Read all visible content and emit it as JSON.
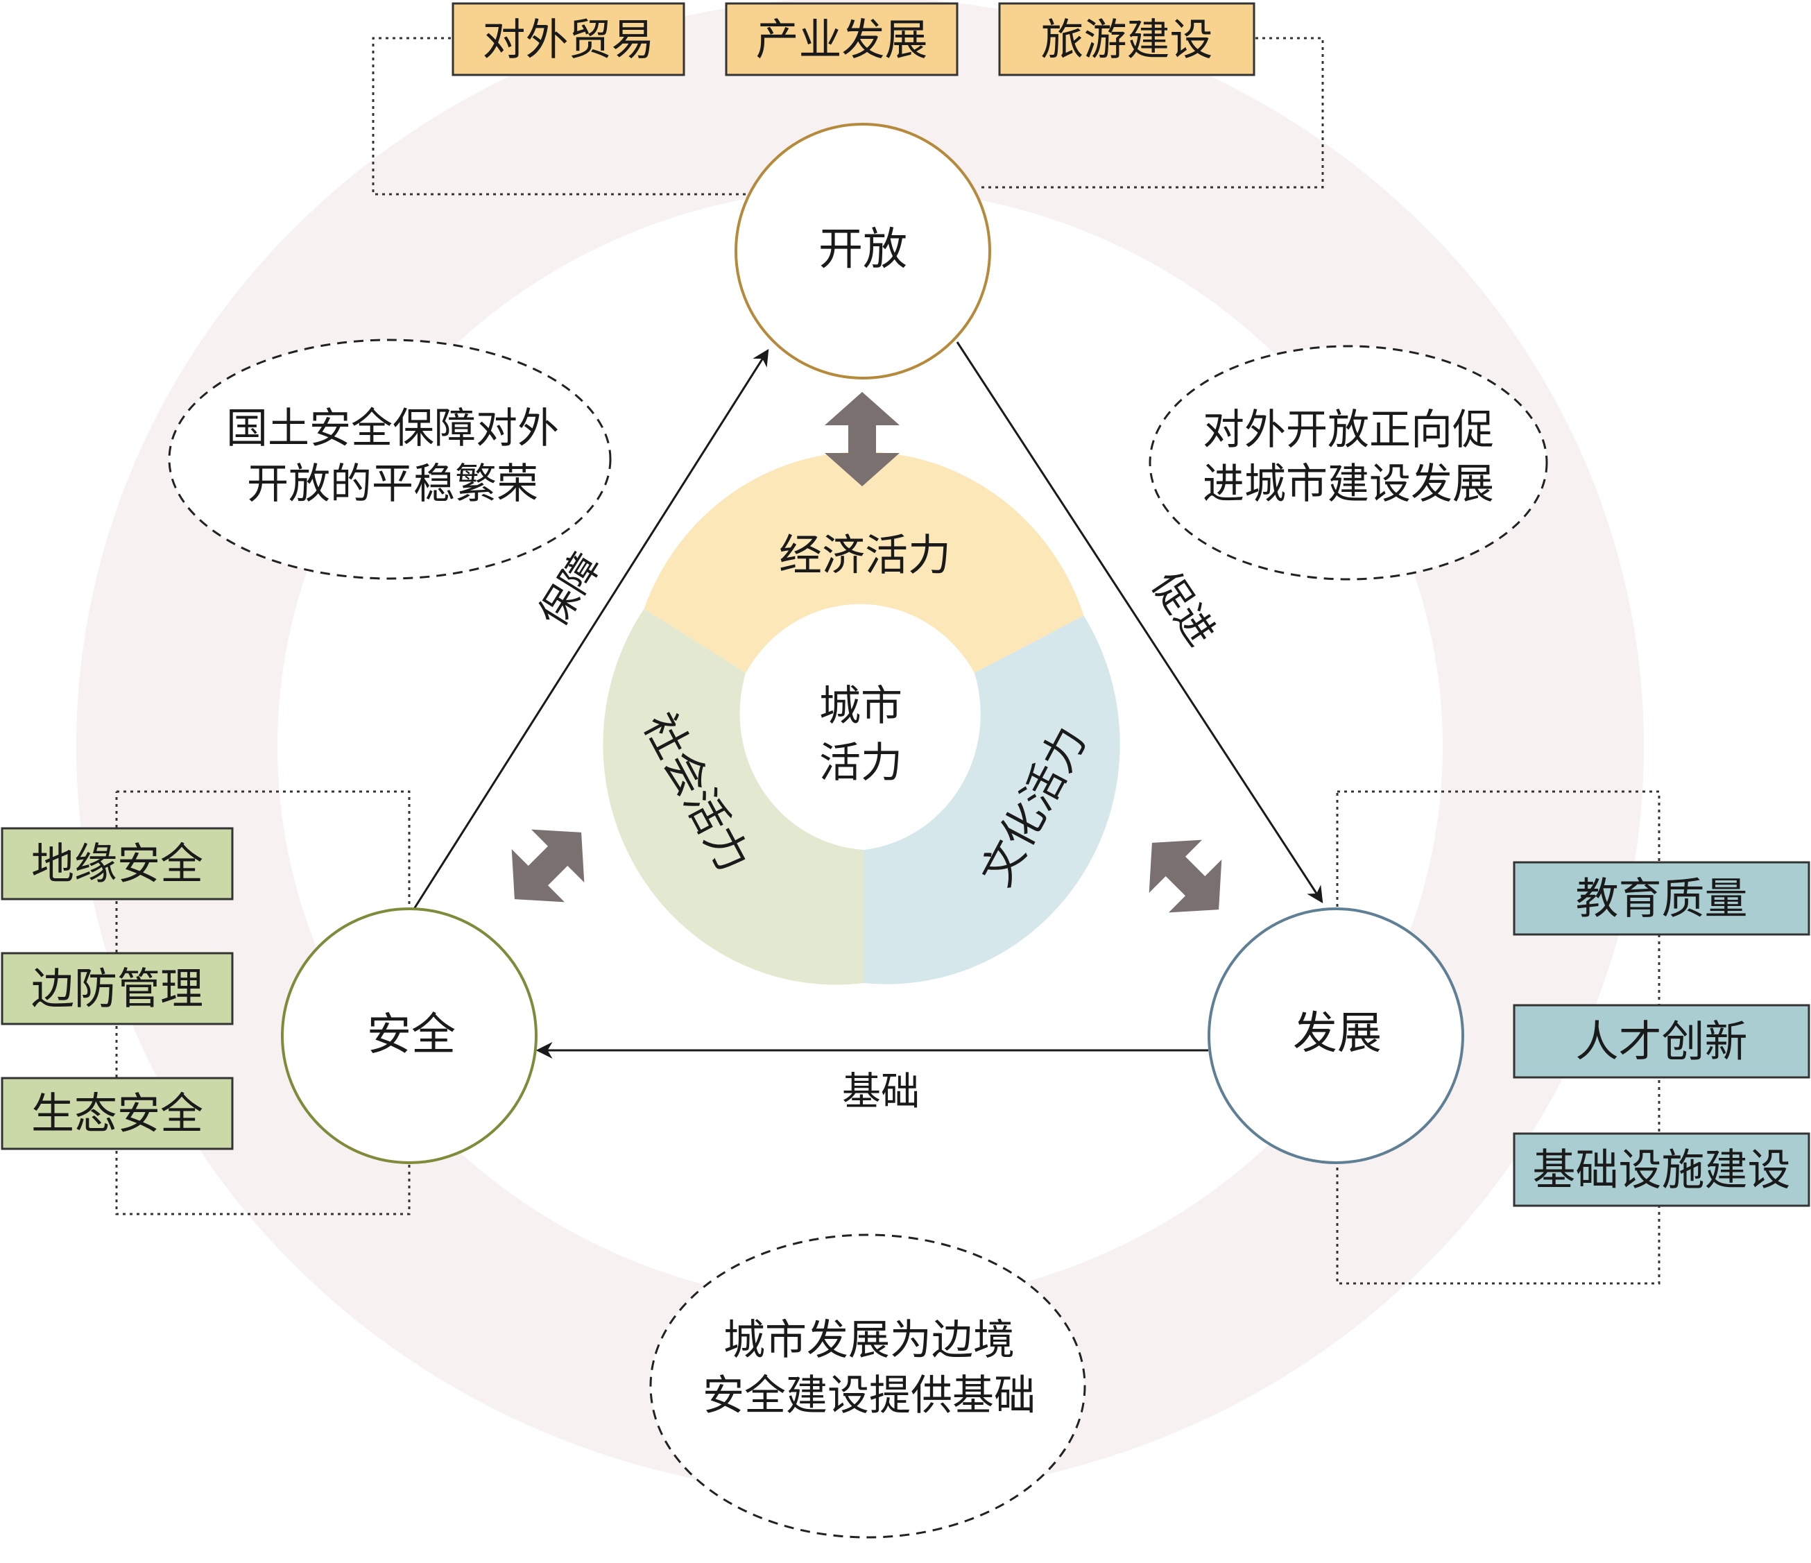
{
  "nodes": {
    "open": "开放",
    "security": "安全",
    "development": "发展"
  },
  "relations": {
    "guarantee": "保障",
    "promote": "促进",
    "foundation": "基础"
  },
  "notes": {
    "security_to_open": [
      "国土安全保障对外",
      "开放的平稳繁荣"
    ],
    "open_to_development": [
      "对外开放正向促",
      "进城市建设发展"
    ],
    "development_to_security": [
      "城市发展为边境",
      "安全建设提供基础"
    ]
  },
  "open_items": [
    "对外贸易",
    "产业发展",
    "旅游建设"
  ],
  "security_items": [
    "地缘安全",
    "边防管理",
    "生态安全"
  ],
  "development_items": [
    "教育质量",
    "人才创新",
    "基础设施建设"
  ],
  "center": {
    "line1": "城市",
    "line2": "活力",
    "economic": "经济活力",
    "social": "社会活力",
    "cultural": "文化活力"
  },
  "colors": {
    "outer_ring": "#f7f2f1",
    "open_circle": "#b58a3c",
    "security_circle": "#7f8a3a",
    "development_circle": "#5f7f95",
    "open_box_fill": "#f8d38f",
    "security_box_fill": "#cbd8a8",
    "development_box_fill": "#a9cdd1",
    "economic_segment": "#fbe7b8",
    "social_segment": "#e3e9d1",
    "cultural_segment": "#d5e7ea",
    "double_arrow": "#7b7070"
  }
}
